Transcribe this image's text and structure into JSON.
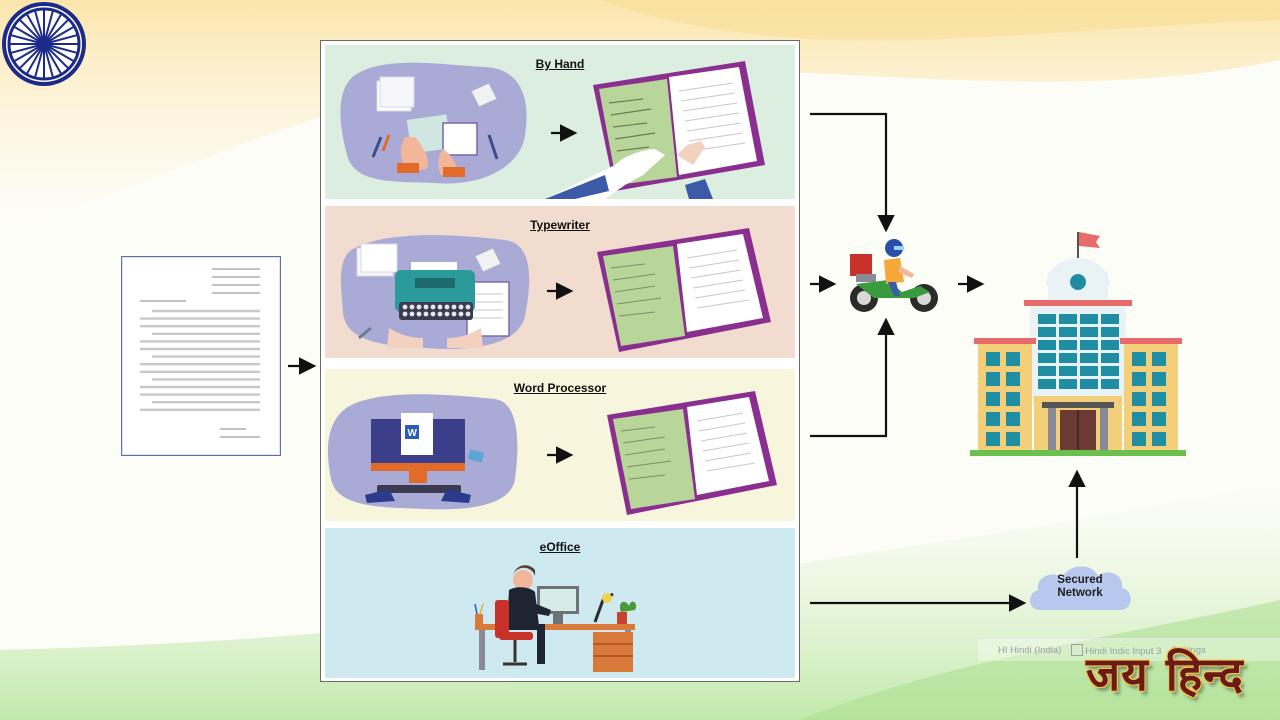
{
  "sections": {
    "by_hand": {
      "title": "By Hand"
    },
    "typewriter": {
      "title": "Typewriter"
    },
    "word_processor": {
      "title": "Word Processor"
    },
    "eoffice": {
      "title": "eOffice"
    }
  },
  "network": {
    "label_line1": "Secured",
    "label_line2": "Network"
  },
  "taskbar": {
    "language": "HI  Hindi (India)",
    "input": "Hindi Indic Input 3",
    "settings": "Settings"
  },
  "banner": {
    "text": "जय हिन्द"
  },
  "icons": {
    "logo": "ashoka-chakra-icon",
    "letter": "letter-document-icon",
    "courier": "courier-motorbike-icon",
    "building": "government-office-building-icon",
    "cloud": "cloud-icon",
    "word": "ms-word-icon"
  },
  "colors": {
    "by_hand_bg": "#dbeee0",
    "typewriter_bg": "#f2dccf",
    "word_processor_bg": "#f7f5dc",
    "eoffice_bg": "#cfe9f1",
    "file_purple": "#8a2f8f",
    "blob_lavender": "#a9abd6",
    "building_teal": "#1f8ea3",
    "tricolor_saffron": "#f5b83d",
    "tricolor_green": "#8fd17a"
  }
}
